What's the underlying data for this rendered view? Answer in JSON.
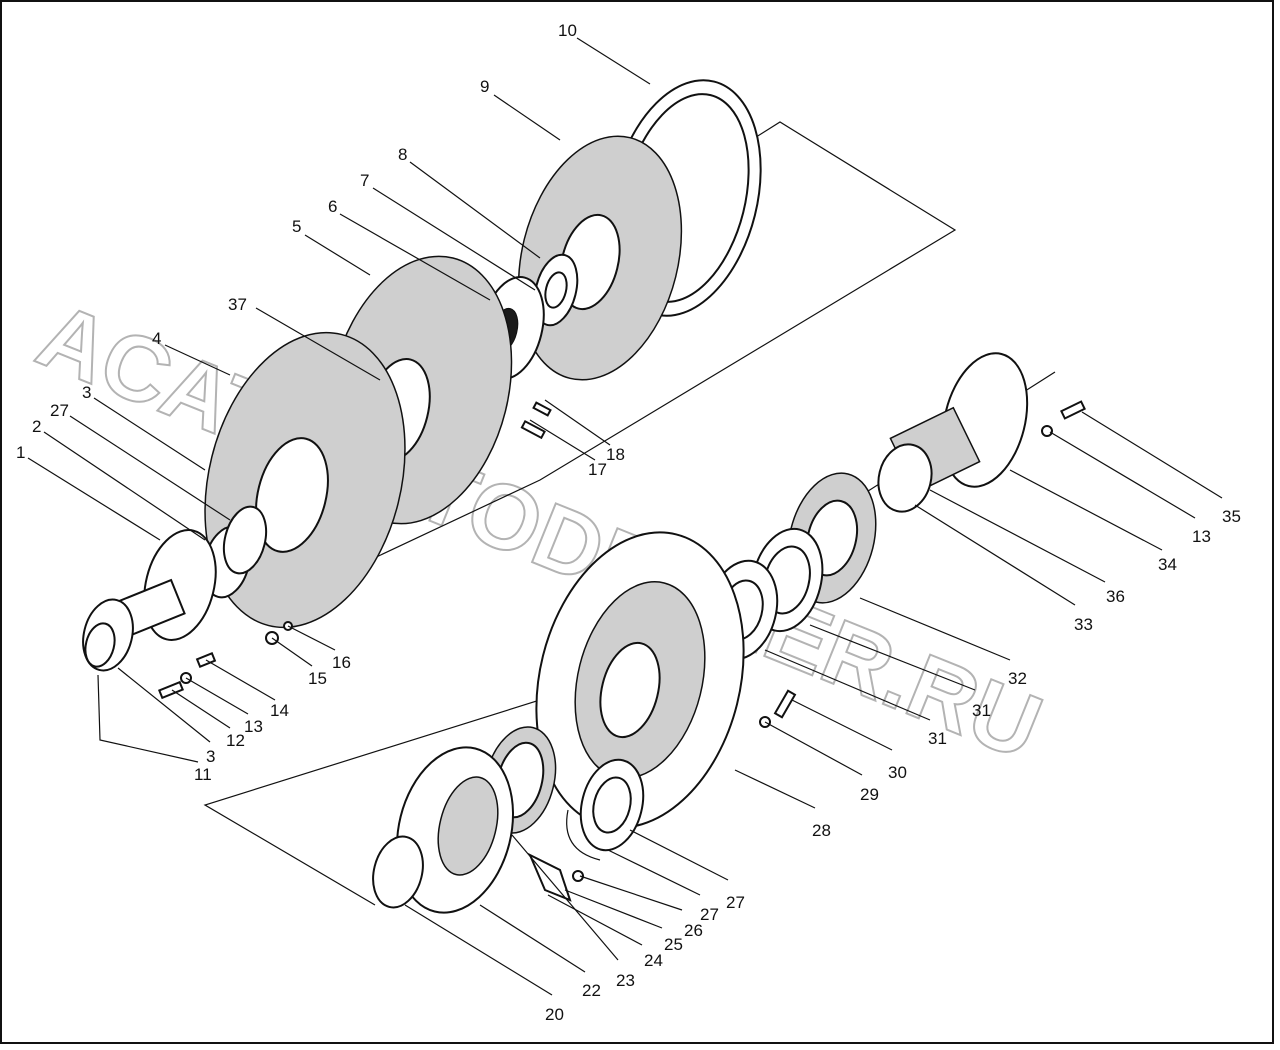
{
  "diagram": {
    "watermark": "ACAT-AUTODEALER.RU",
    "callouts": [
      {
        "id": "c10",
        "text": "10"
      },
      {
        "id": "c9",
        "text": "9"
      },
      {
        "id": "c8",
        "text": "8"
      },
      {
        "id": "c7",
        "text": "7"
      },
      {
        "id": "c6",
        "text": "6"
      },
      {
        "id": "c5",
        "text": "5"
      },
      {
        "id": "c37",
        "text": "37"
      },
      {
        "id": "c4",
        "text": "4"
      },
      {
        "id": "c3a",
        "text": "3"
      },
      {
        "id": "c27a",
        "text": "27"
      },
      {
        "id": "c2",
        "text": "2"
      },
      {
        "id": "c1",
        "text": "1"
      },
      {
        "id": "c18",
        "text": "18"
      },
      {
        "id": "c17",
        "text": "17"
      },
      {
        "id": "c16",
        "text": "16"
      },
      {
        "id": "c15",
        "text": "15"
      },
      {
        "id": "c14",
        "text": "14"
      },
      {
        "id": "c13a",
        "text": "13"
      },
      {
        "id": "c12",
        "text": "12"
      },
      {
        "id": "c3b",
        "text": "3"
      },
      {
        "id": "c11",
        "text": "11"
      },
      {
        "id": "c35",
        "text": "35"
      },
      {
        "id": "c13b",
        "text": "13"
      },
      {
        "id": "c34",
        "text": "34"
      },
      {
        "id": "c36",
        "text": "36"
      },
      {
        "id": "c33",
        "text": "33"
      },
      {
        "id": "c32",
        "text": "32"
      },
      {
        "id": "c31a",
        "text": "31"
      },
      {
        "id": "c31b",
        "text": "31"
      },
      {
        "id": "c30",
        "text": "30"
      },
      {
        "id": "c29",
        "text": "29"
      },
      {
        "id": "c28",
        "text": "28"
      },
      {
        "id": "c27b",
        "text": "27"
      },
      {
        "id": "c27c",
        "text": "27"
      },
      {
        "id": "c26",
        "text": "26"
      },
      {
        "id": "c25",
        "text": "25"
      },
      {
        "id": "c24",
        "text": "24"
      },
      {
        "id": "c23",
        "text": "23"
      },
      {
        "id": "c22",
        "text": "22"
      },
      {
        "id": "c20",
        "text": "20"
      }
    ]
  }
}
